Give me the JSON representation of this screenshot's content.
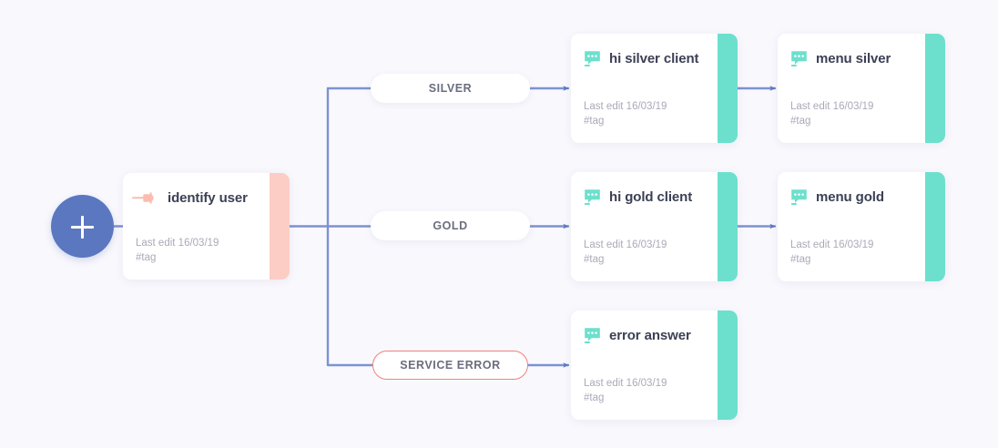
{
  "canvas": {
    "background": "#f9f8fd",
    "accent_blue": "#5b77c0",
    "accent_teal": "#6ce0cd",
    "accent_pink": "#fccdc4",
    "error_red": "#f0827a"
  },
  "start_node": {
    "name": "add-node-button",
    "icon": "plus-icon"
  },
  "root_card": {
    "title": "identify user",
    "icon": "plug-icon",
    "last_edit": "Last edit 16/03/19",
    "tag": "#tag",
    "accent": "pink"
  },
  "branches": [
    {
      "label": "SILVER",
      "style": "default"
    },
    {
      "label": "GOLD",
      "style": "default"
    },
    {
      "label": "SERVICE ERROR",
      "style": "error"
    }
  ],
  "cards": [
    {
      "title": "hi silver client",
      "icon": "chat-bubble-icon",
      "last_edit": "Last edit 16/03/19",
      "tag": "#tag",
      "accent": "teal"
    },
    {
      "title": "menu silver",
      "icon": "chat-bubble-icon",
      "last_edit": "Last edit 16/03/19",
      "tag": "#tag",
      "accent": "teal"
    },
    {
      "title": "hi gold client",
      "icon": "chat-bubble-icon",
      "last_edit": "Last edit 16/03/19",
      "tag": "#tag",
      "accent": "teal"
    },
    {
      "title": "menu gold",
      "icon": "chat-bubble-icon",
      "last_edit": "Last edit 16/03/19",
      "tag": "#tag",
      "accent": "teal"
    },
    {
      "title": "error answer",
      "icon": "chat-bubble-icon",
      "last_edit": "Last edit 16/03/19",
      "tag": "#tag",
      "accent": "teal"
    }
  ]
}
